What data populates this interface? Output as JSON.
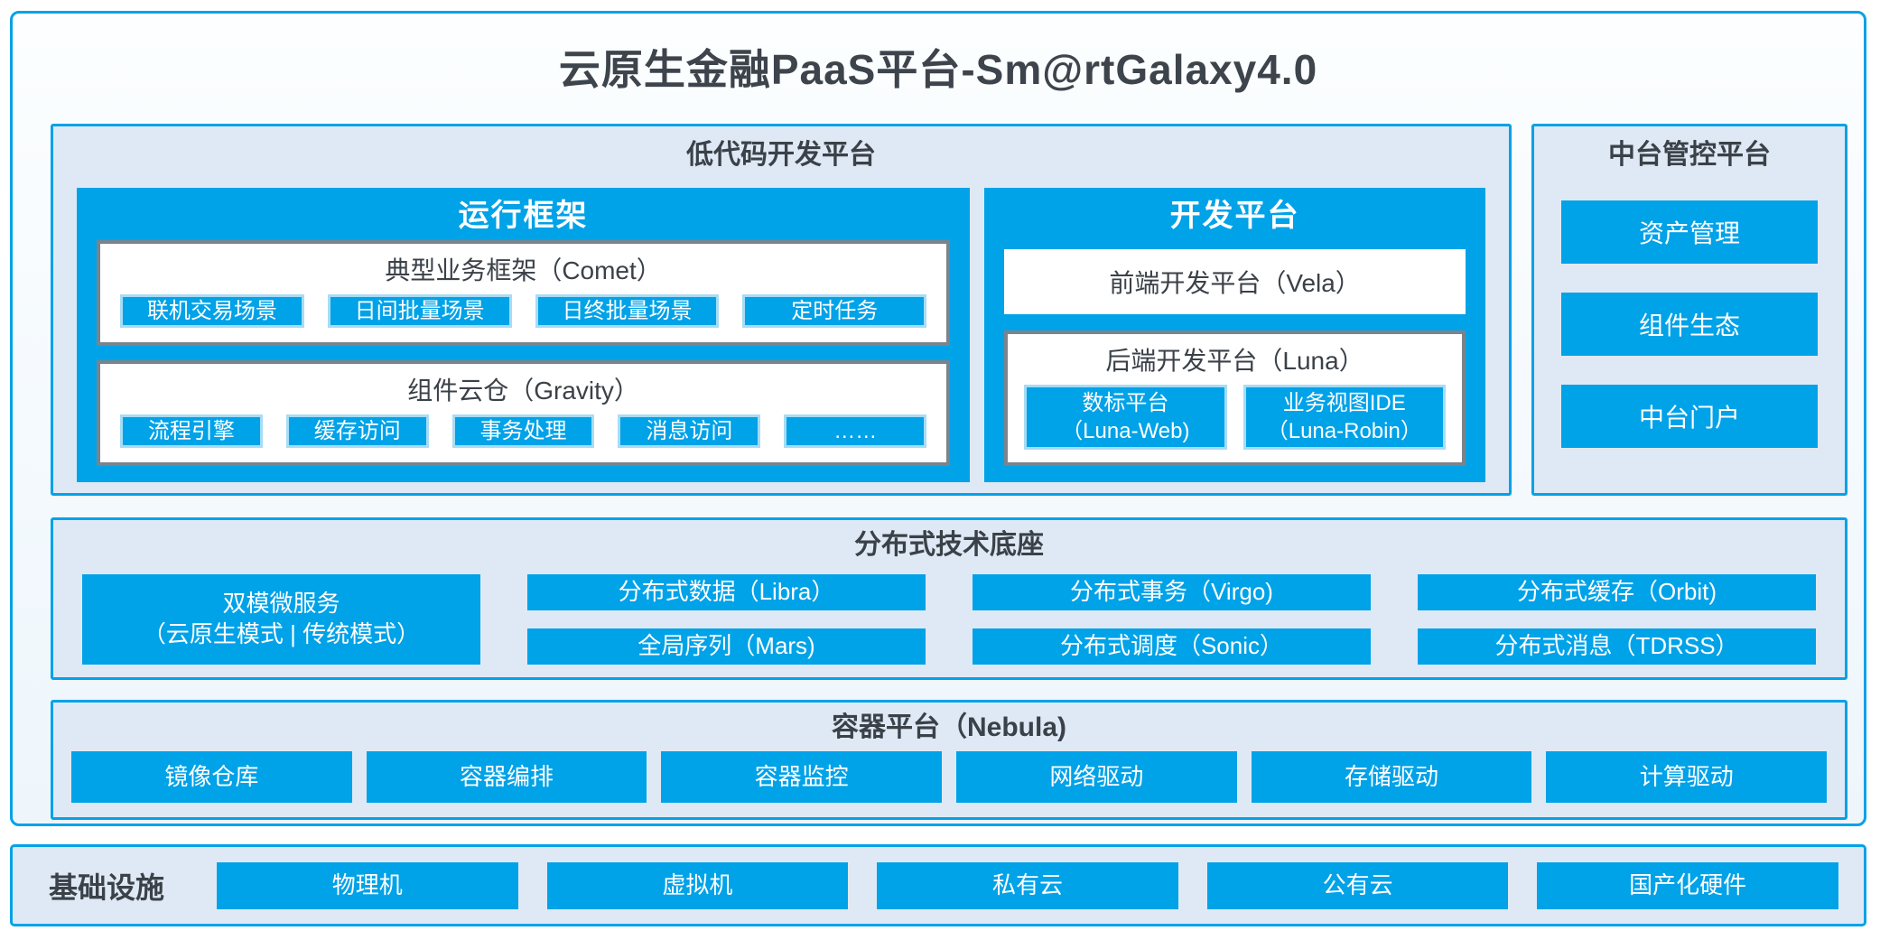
{
  "colors": {
    "accent": "#00a2e8",
    "panel_bg": "#dfe9f5",
    "box_border_gray": "#7b838c",
    "text_dark": "#3b4148"
  },
  "title": "云原生金融PaaS平台-Sm@rtGalaxy4.0",
  "lowcode": {
    "title": "低代码开发平台",
    "runtime": {
      "title": "运行框架",
      "comet": {
        "title": "典型业务框架（Comet）",
        "items": [
          "联机交易场景",
          "日间批量场景",
          "日终批量场景",
          "定时任务"
        ]
      },
      "gravity": {
        "title": "组件云仓（Gravity）",
        "items": [
          "流程引擎",
          "缓存访问",
          "事务处理",
          "消息访问",
          "……"
        ]
      }
    },
    "dev": {
      "title": "开发平台",
      "vela_label": "前端开发平台（Vela）",
      "luna": {
        "title": "后端开发平台（Luna）",
        "items": [
          {
            "line1": "数标平台",
            "line2": "（Luna-Web)"
          },
          {
            "line1": "业务视图IDE",
            "line2": "（Luna-Robin）"
          }
        ]
      }
    }
  },
  "midplatform": {
    "title": "中台管控平台",
    "items": [
      "资产管理",
      "组件生态",
      "中台门户"
    ]
  },
  "distributed": {
    "title": "分布式技术底座",
    "dual_mode": {
      "line1": "双模微服务",
      "line2": "（云原生模式 | 传统模式）"
    },
    "cols": [
      [
        "分布式数据（Libra）",
        "全局序列（Mars)"
      ],
      [
        "分布式事务（Virgo)",
        "分布式调度（Sonic）"
      ],
      [
        "分布式缓存（Orbit)",
        "分布式消息（TDRSS）"
      ]
    ]
  },
  "container_platform": {
    "title": "容器平台（Nebula)",
    "items": [
      "镜像仓库",
      "容器编排",
      "容器监控",
      "网络驱动",
      "存储驱动",
      "计算驱动"
    ]
  },
  "infrastructure": {
    "title": "基础设施",
    "items": [
      "物理机",
      "虚拟机",
      "私有云",
      "公有云",
      "国产化硬件"
    ]
  }
}
